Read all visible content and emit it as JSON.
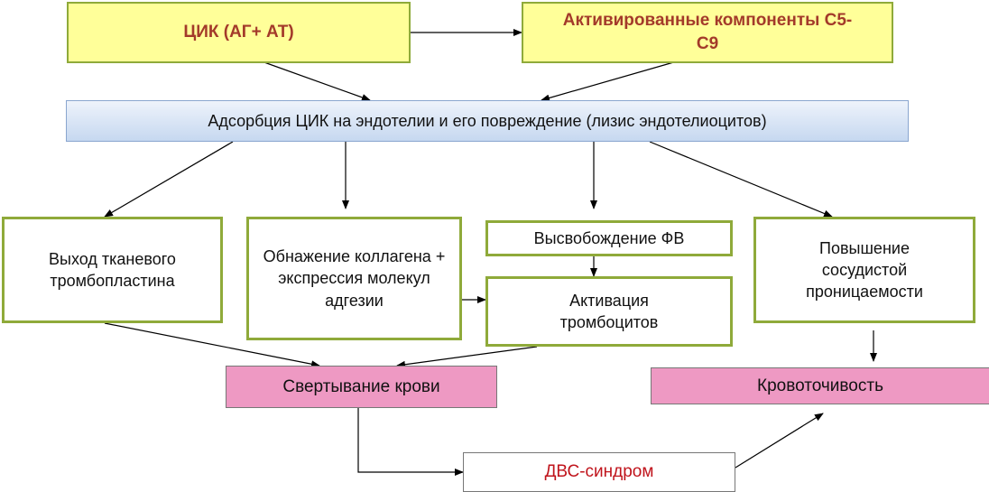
{
  "boxes": {
    "cik": "ЦИК  (АГ+ АТ)",
    "complement": "Активированные компоненты С5-С9",
    "adsorption": "Адсорбция ЦИК на эндотелии и его повреждение (лизис эндотелиоцитов)",
    "tissue_thromboplastin": "Выход тканевого тромбопластина",
    "collagen": "Обнажение коллагена + экспрессия молекул адгезии",
    "fv_release": "Высвобождение ФВ",
    "platelet_activation": "Активация тромбоцитов",
    "permeability": "Повышение сосудистой проницаемости",
    "coagulation": "Свертывание крови",
    "bleeding": "Кровоточивость",
    "dic": "ДВС-синдром"
  },
  "colors": {
    "yellow_fill": "#ffff99",
    "dark_red_text": "#a33a2a",
    "green_border": "#8faa3a",
    "pink_fill": "#ee99c3",
    "blue_fill": "#c6d8f0",
    "red_text": "#c0141c"
  }
}
